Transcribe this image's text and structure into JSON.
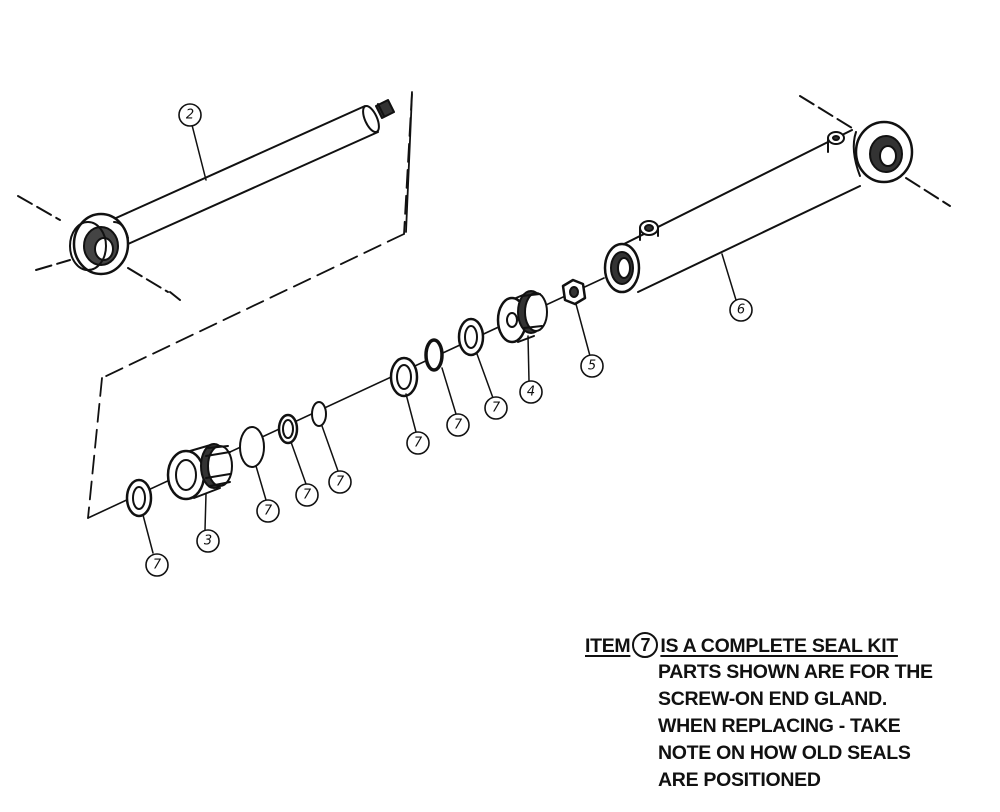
{
  "callouts": [
    {
      "id": "c-2",
      "label": "2"
    },
    {
      "id": "c-6",
      "label": "6"
    },
    {
      "id": "c-5",
      "label": "5"
    },
    {
      "id": "c-4",
      "label": "4"
    },
    {
      "id": "c-7a",
      "label": "7"
    },
    {
      "id": "c-7b",
      "label": "7"
    },
    {
      "id": "c-7c",
      "label": "7"
    },
    {
      "id": "c-7d",
      "label": "7"
    },
    {
      "id": "c-7e",
      "label": "7"
    },
    {
      "id": "c-7f",
      "label": "7"
    },
    {
      "id": "c-7g",
      "label": "7"
    },
    {
      "id": "c-3",
      "label": "3"
    }
  ],
  "note": {
    "item_word": "ITEM",
    "item_number": "7",
    "headline_rest": "IS A COMPLETE SEAL KIT",
    "lines": [
      "PARTS SHOWN ARE FOR THE",
      "SCREW-ON END GLAND.",
      "WHEN REPLACING - TAKE",
      "NOTE ON HOW OLD SEALS",
      "ARE POSITIONED"
    ]
  }
}
